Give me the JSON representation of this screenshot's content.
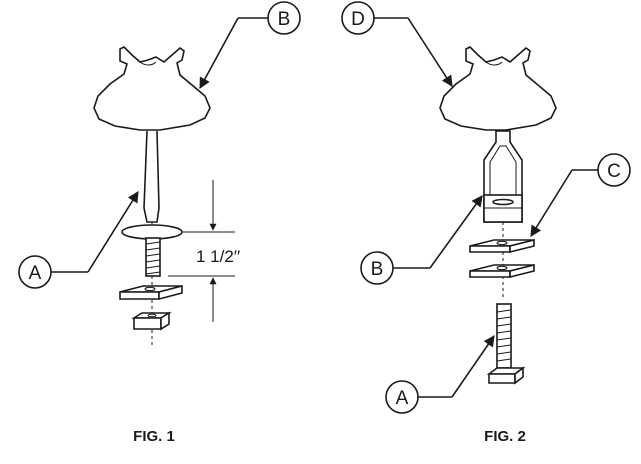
{
  "figures": [
    {
      "caption": "FIG. 1",
      "callouts": [
        "A",
        "B"
      ],
      "dimension": "1 1/2′′"
    },
    {
      "caption": "FIG. 2",
      "callouts": [
        "D",
        "C",
        "B",
        "A"
      ]
    }
  ],
  "colors": {
    "line": "#1a1a1a",
    "background": "#ffffff"
  }
}
